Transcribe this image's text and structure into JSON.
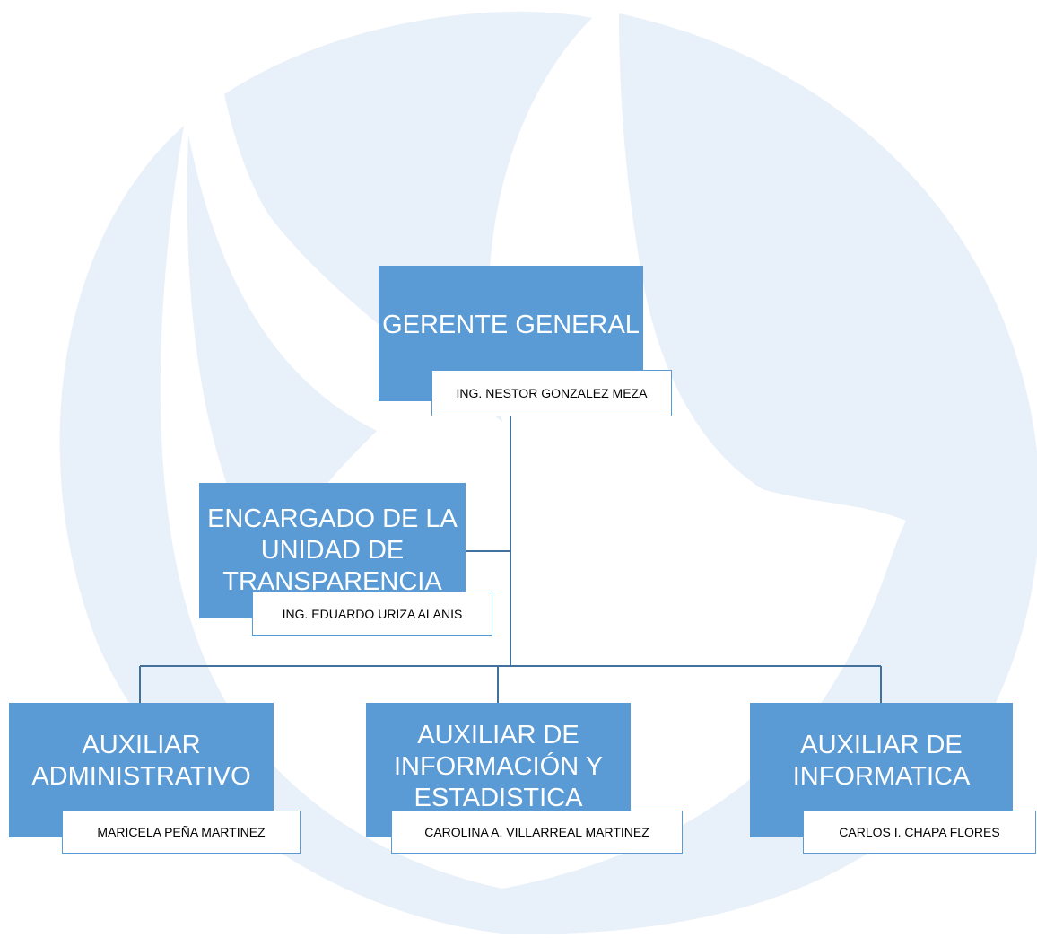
{
  "colors": {
    "role_fill": "#5b9bd5",
    "role_text": "#ffffff",
    "name_border": "#5b9bd5",
    "connector": "#41719c",
    "watermark": "#e8f0f9"
  },
  "watermark": {
    "icon": "dove-logo"
  },
  "org": {
    "gerente": {
      "title": "GERENTE GENERAL",
      "name": "ING. NESTOR GONZALEZ MEZA"
    },
    "transparencia": {
      "title": "ENCARGADO DE LA UNIDAD DE TRANSPARENCIA",
      "name": "ING. EDUARDO URIZA ALANIS"
    },
    "administrativo": {
      "title": "AUXILIAR ADMINISTRATIVO",
      "name": "MARICELA PEÑA MARTINEZ"
    },
    "estadistica": {
      "title": "AUXILIAR DE INFORMACIÓN Y ESTADISTICA",
      "name": "CAROLINA A. VILLARREAL MARTINEZ"
    },
    "informatica": {
      "title": "AUXILIAR DE INFORMATICA",
      "name": "CARLOS I. CHAPA FLORES"
    }
  }
}
